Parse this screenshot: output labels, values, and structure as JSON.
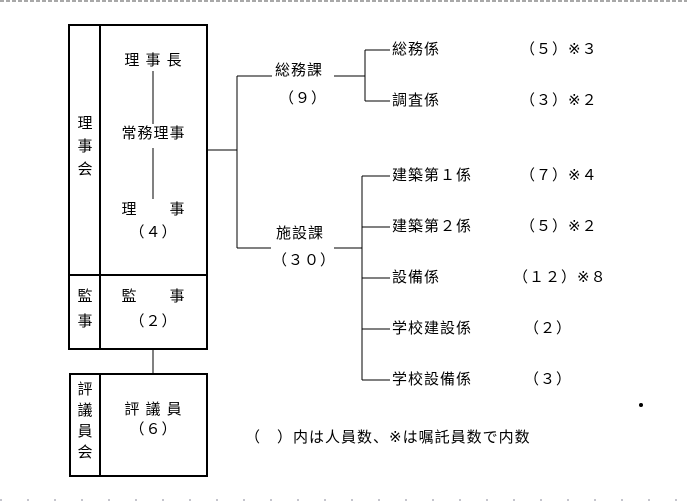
{
  "org": {
    "board": {
      "label_vertical": "理事会",
      "chairman": "理 事 長",
      "managing_director": "常務理事",
      "director": "理　　事",
      "director_count": "（４）"
    },
    "auditor": {
      "label_vertical": "監事",
      "title": "監　　事",
      "count": "（２）"
    },
    "council": {
      "label_vertical": "評議員会",
      "title": "評 議 員",
      "count": "（６）"
    },
    "divisions": [
      {
        "name": "総務課",
        "count": "（９）",
        "sections": [
          {
            "name": "総務係",
            "count": "（５）※３"
          },
          {
            "name": "調査係",
            "count": "（３）※２"
          }
        ]
      },
      {
        "name": "施設課",
        "count": "（３０）",
        "sections": [
          {
            "name": "建築第１係",
            "count": "（７）※４"
          },
          {
            "name": "建築第２係",
            "count": "（５）※２"
          },
          {
            "name": "設備係",
            "count": "（１２）※８"
          },
          {
            "name": "学校建設係",
            "count": "（２）"
          },
          {
            "name": "学校設備係",
            "count": "（３）"
          }
        ]
      }
    ],
    "legend": "（　）内は人員数、※は嘱託員数で内数"
  }
}
